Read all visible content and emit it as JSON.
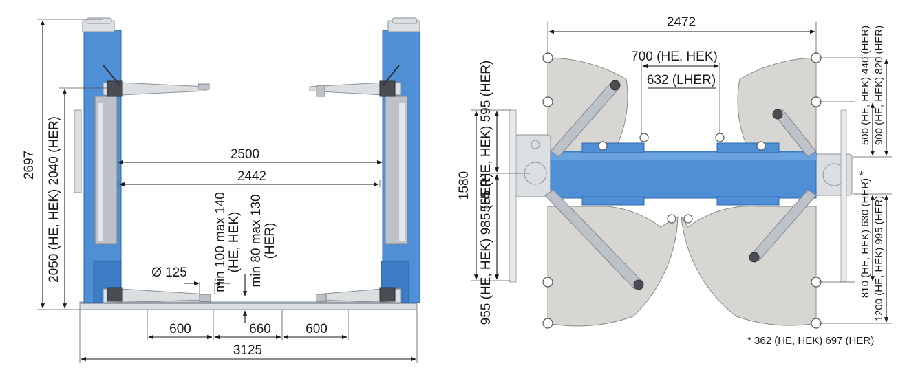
{
  "side_view": {
    "dim_height_total": "2697",
    "dim_height_arm": "2050 (HE, HEK) 2040 (HER)",
    "dim_width_inner": "2500",
    "dim_width_drive": "2442",
    "dim_pad_diameter": "Ø 125",
    "dim_pad_range_he": "min 100 max 140",
    "dim_pad_range_he_sub": "(HE, HEK)",
    "dim_pad_range_her": "min 80 max 130",
    "dim_pad_range_her_sub": "(HER)",
    "dim_arm_left": "600",
    "dim_center": "660",
    "dim_arm_right": "600",
    "dim_base_width": "3125"
  },
  "top_view": {
    "dim_arm_span": "2472",
    "dim_inner_he": "700 (HE, HEK)",
    "dim_inner_lher": "632 (LHER)",
    "dim_depth": "1580",
    "dim_left_upper": "565 (HE, HEK) 595 (HER)",
    "dim_left_lower": "955 (HE, HEK) 985 (HER)",
    "dim_right_upper_a": "500 (HE, HEK) 440 (HER)",
    "dim_right_upper_b": "900 (HE, HEK) 820 (HER)",
    "dim_right_lower_a": "810 (HE, HEK) 630 (HER)",
    "dim_right_lower_b": "1200 (HE, HEK) 995 (HER)",
    "asterisk": "*",
    "footnote": "* 362 (HE, HEK) 697 (HER)"
  }
}
